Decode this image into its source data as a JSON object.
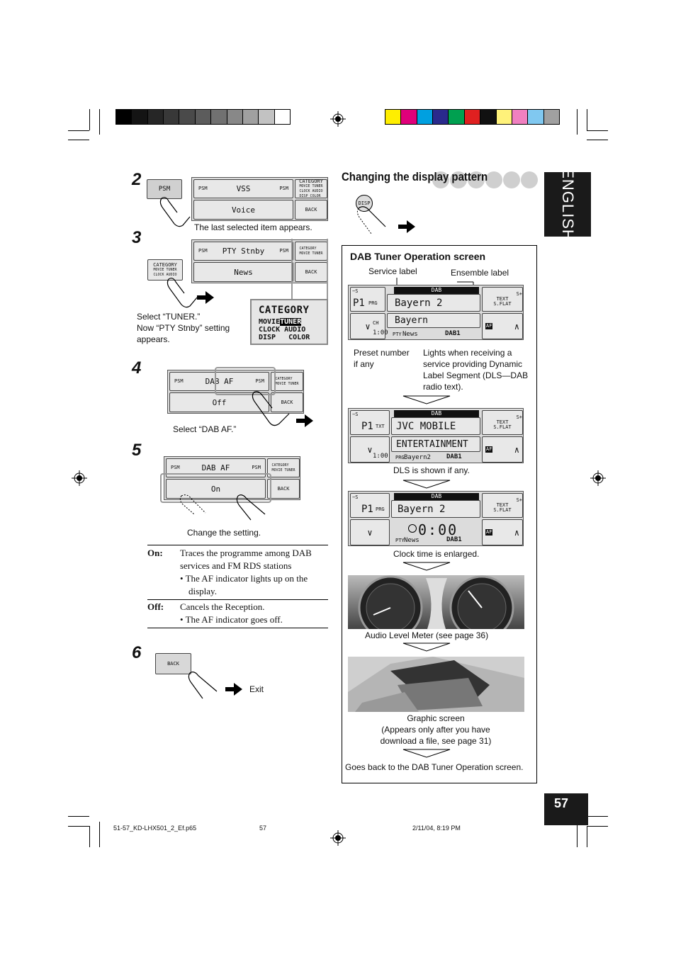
{
  "tab": {
    "language": "ENGLISH"
  },
  "page_number": "57",
  "section_title": "Changing the display pattern",
  "steps": {
    "s2": {
      "num": "2",
      "button": "PSM",
      "display": {
        "top_left": "PSM",
        "top_mid": "PSM",
        "category": "CATEGORY",
        "cat_sub": "MOVIE TUNER CLOCK AUDIO DISP COLOR",
        "line1": "VSS",
        "line2": "Voice",
        "back": "BACK"
      },
      "caption": "The last selected item appears."
    },
    "s3": {
      "num": "3",
      "button": "CATEGORY",
      "display": {
        "top_left": "PSM",
        "top_mid": "PSM",
        "line1": "PTY Stnby",
        "line2": "News",
        "back": "BACK"
      },
      "zoom": {
        "title": "CATEGORY",
        "row1a": "MOVIE",
        "row1b": "TUNER",
        "row2a": "CLOCK",
        "row2b": "AUDIO",
        "row3a": "DISP",
        "row3b": "COLOR"
      },
      "caption": "Select “TUNER.”\nNow “PTY Stnby” setting appears."
    },
    "s4": {
      "num": "4",
      "display": {
        "top_left": "PSM",
        "top_mid": "PSM",
        "line1": "DAB AF",
        "line2": "Off",
        "back": "BACK"
      },
      "caption": "Select “DAB AF.”"
    },
    "s5": {
      "num": "5",
      "display": {
        "top_left": "PSM",
        "top_mid": "PSM",
        "line1": "DAB AF",
        "line2": "On",
        "back": "BACK"
      },
      "caption": "Change the setting."
    },
    "s6": {
      "num": "6",
      "button": "BACK",
      "caption": "Exit"
    }
  },
  "settings_table": [
    {
      "label": "On:",
      "text": "Traces the programme among DAB services and FM RDS stations",
      "bullet": "• The AF indicator lights up on the display."
    },
    {
      "label": "Off:",
      "text": "Cancels the Reception.",
      "bullet": "• The AF indicator goes off."
    }
  ],
  "disp_button": "DISP",
  "dab": {
    "heading": "DAB Tuner Operation screen",
    "service_label": "Service label",
    "ensemble_label": "Ensemble label",
    "preset_label": "Preset number\nif any",
    "lights_label": "Lights when receiving a\nservice providing Dynamic\nLabel Segment (DLS—DAB\nradio text).",
    "screen1": {
      "band": "DAB",
      "preset": "P1",
      "prg": "PRG",
      "service": "Bayern 2",
      "ch": "CH",
      "ensemble": "Bayern",
      "time": "1:00",
      "pty": "PTY",
      "pty_val": "News",
      "dab1": "DAB1",
      "text_btn": "TEXT",
      "flat": "S.FLAT",
      "af": "AF",
      "s_minus": "−S",
      "s_plus": "S+"
    },
    "screen2": {
      "band": "DAB",
      "preset": "P1",
      "txt": "TXT",
      "line1": "JVC MOBILE",
      "line2": "ENTERTAINMENT",
      "time": "1:00",
      "prg": "PRG",
      "ensemble": "Bayern2",
      "dab1": "DAB1"
    },
    "caption2": "DLS is shown if any.",
    "screen3": {
      "band": "DAB",
      "preset": "P1",
      "prg": "PRG",
      "service": "Bayern 2",
      "clock": "0:00",
      "pty": "PTY",
      "pty_val": "News",
      "dab1": "DAB1"
    },
    "caption3": "Clock time is enlarged.",
    "caption4": "Audio Level Meter (see page 36)",
    "caption5": "Graphic screen\n(Appears only after you have\ndownload a file, see page 31)",
    "caption6": "Goes back to the DAB Tuner Operation screen."
  },
  "footer": {
    "file": "51-57_KD-LHX501_2_Ef.p65",
    "page": "57",
    "date": "2/11/04, 8:19 PM"
  },
  "colors": {
    "grays": [
      "#000000",
      "#141414",
      "#262626",
      "#383838",
      "#4a4a4a",
      "#5c5c5c",
      "#717171",
      "#888888",
      "#a0a0a0",
      "#c2c2c2",
      "#ffffff"
    ],
    "process": [
      "#ffee00",
      "#e0007a",
      "#00a0e0",
      "#2a2a8c",
      "#00a050",
      "#e02020",
      "#111111",
      "#fff27a",
      "#f080c0",
      "#80c8f0",
      "#a0a0a0"
    ]
  }
}
